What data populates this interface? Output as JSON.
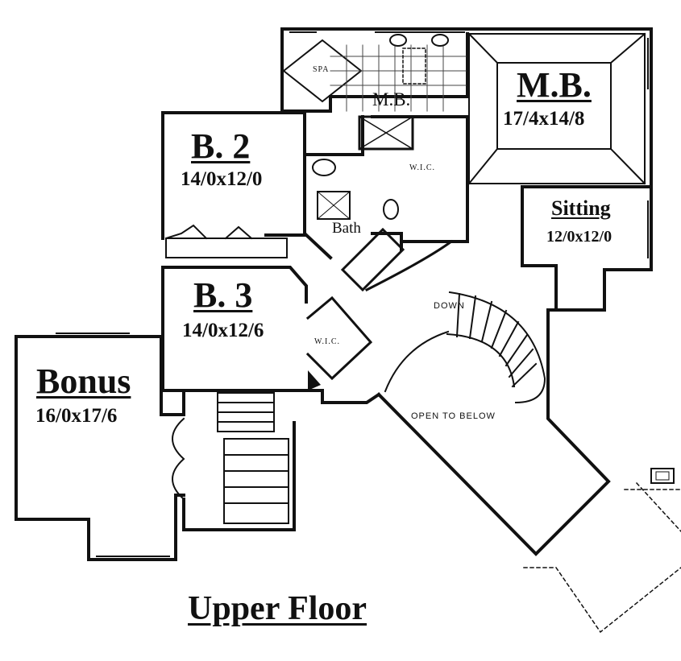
{
  "floor_title": "Upper Floor",
  "rooms": {
    "master_bed": {
      "name": "M.B.",
      "dims": "17/4x14/8"
    },
    "master_bath": {
      "name": "M.B."
    },
    "spa": {
      "name": "SPA"
    },
    "wic_master": {
      "name": "W.I.C."
    },
    "sitting": {
      "name": "Sitting",
      "dims": "12/0x12/0"
    },
    "bed2": {
      "name": "B. 2",
      "dims": "14/0x12/0"
    },
    "bath": {
      "name": "Bath"
    },
    "bed3": {
      "name": "B. 3",
      "dims": "14/0x12/6"
    },
    "wic_b3": {
      "name": "W.I.C."
    },
    "bonus": {
      "name": "Bonus",
      "dims": "16/0x17/6"
    }
  },
  "annotations": {
    "down": "DOWN",
    "open_to_below": "OPEN TO BELOW"
  }
}
